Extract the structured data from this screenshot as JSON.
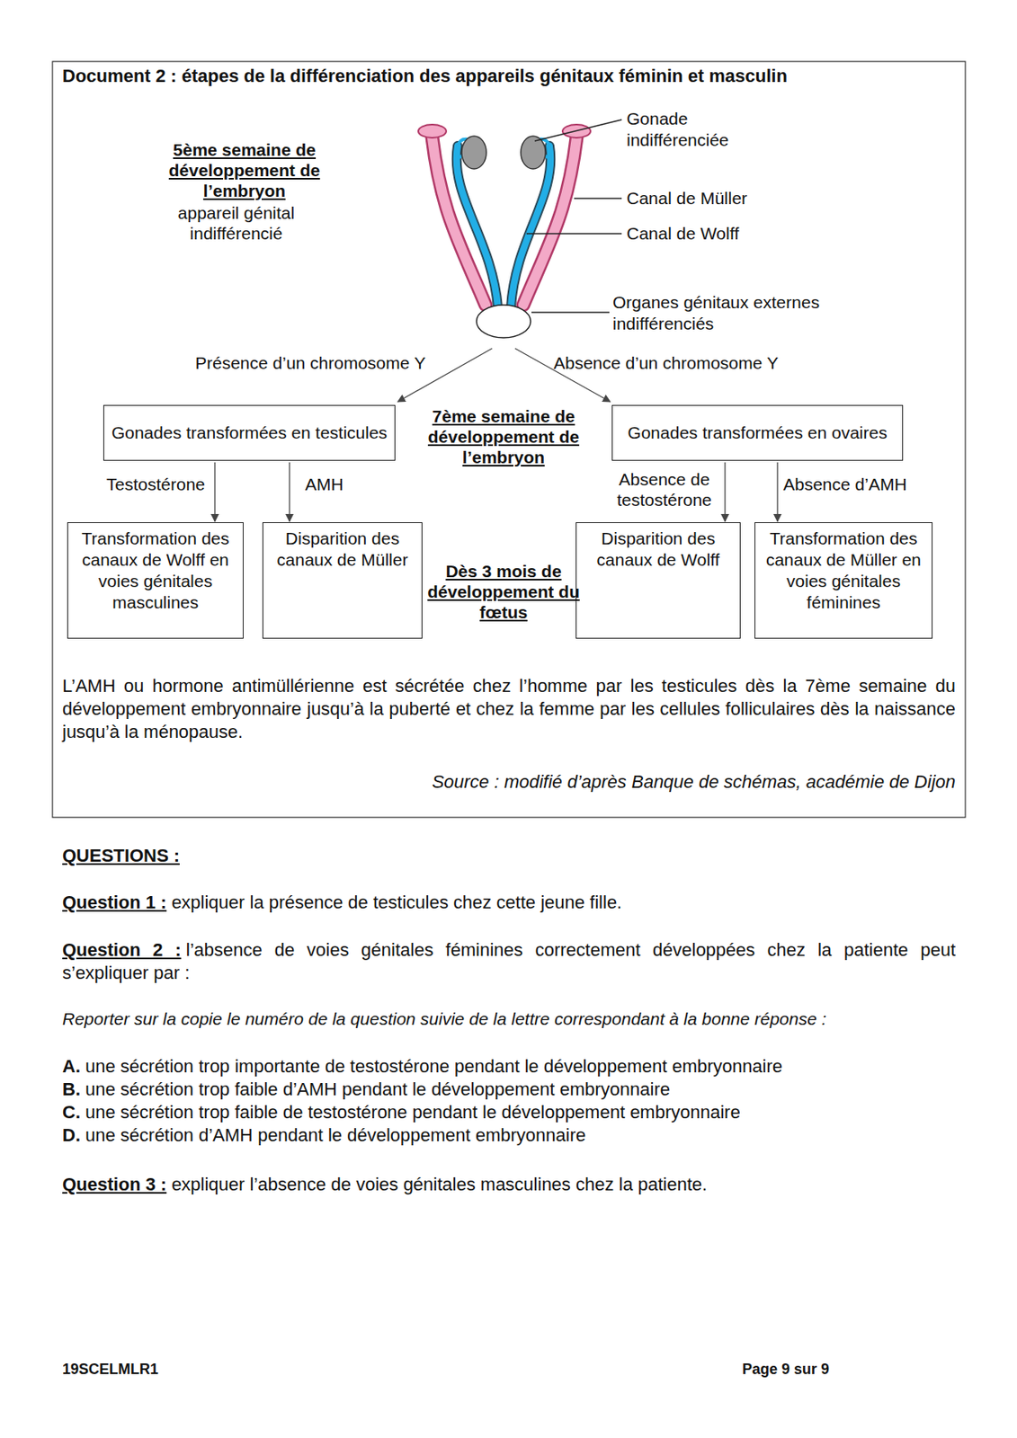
{
  "diagram": {
    "title": "Document 2 : étapes de la différenciation des appareils génitaux féminin et masculin",
    "nodes": [
      {
        "text": [
          "Gonades transformées en testicules"
        ]
      },
      {
        "text": [
          "Gonades transformées en ovaires"
        ]
      },
      {
        "text": [
          "Transformation des canaux de Wolff en voies génitales masculines"
        ]
      },
      {
        "text": [
          "Disparition des canaux de Müller"
        ]
      },
      {
        "text": [
          "Disparition des canaux de Wolff"
        ]
      },
      {
        "text": [
          "Transformation des canaux de Müller en voies génitales féminines"
        ]
      }
    ],
    "edges": [
      {
        "from": 0,
        "to": 2,
        "arrow": "to",
        "label": "Testostérone"
      },
      {
        "from": 0,
        "to": 3,
        "arrow": "to",
        "label": "AMH"
      },
      {
        "from": 1,
        "to": 4,
        "arrow": "to",
        "label": "Absence de testostérone"
      },
      {
        "from": 1,
        "to": 5,
        "arrow": "to",
        "label": "Absence d’AMH"
      }
    ],
    "labels": [
      "5ème semaine de développement de l’embryon",
      "appareil génital indifférencié",
      "Gonade indifférenciée",
      "Canal de Müller",
      "Canal de Wolff",
      "Organes génitaux externes indifférenciés",
      "Présence d’un chromosome Y",
      "Absence d’un chromosome Y",
      "7ème semaine de développement de l’embryon",
      "Dès 3 mois de développement du fœtus",
      "L’AMH ou hormone antimüllérienne est sécrétée chez l’homme par les testicules dès la 7ème semaine du développement embryonnaire jusqu’à la puberté et chez la femme par les cellules folliculaires dès la naissance jusqu’à la ménopause.",
      "Source : modifié d’après Banque de schémas, académie de Dijon",
      "QUESTIONS :",
      "Question 1 :",
      "expliquer la présence de testicules chez cette jeune fille.",
      "Question 2 :",
      "l’absence de voies génitales féminines correctement développées chez la patiente peut s’expliquer par :",
      "Reporter sur la copie le numéro de la question suivie de la lettre correspondant à la bonne réponse :",
      "A.",
      "une sécrétion trop importante de testostérone pendant le développement embryonnaire",
      "B.",
      "une sécrétion trop faible d’AMH pendant le développement embryonnaire",
      "C.",
      "une sécrétion trop faible de testostérone pendant le développement embryonnaire",
      "D.",
      "une sécrétion d’AMH pendant le développement embryonnaire",
      "Question 3 :",
      "expliquer l’absence de voies génitales masculines chez la patiente.",
      "19SCELMLR1",
      "Page 9 sur 9"
    ]
  }
}
